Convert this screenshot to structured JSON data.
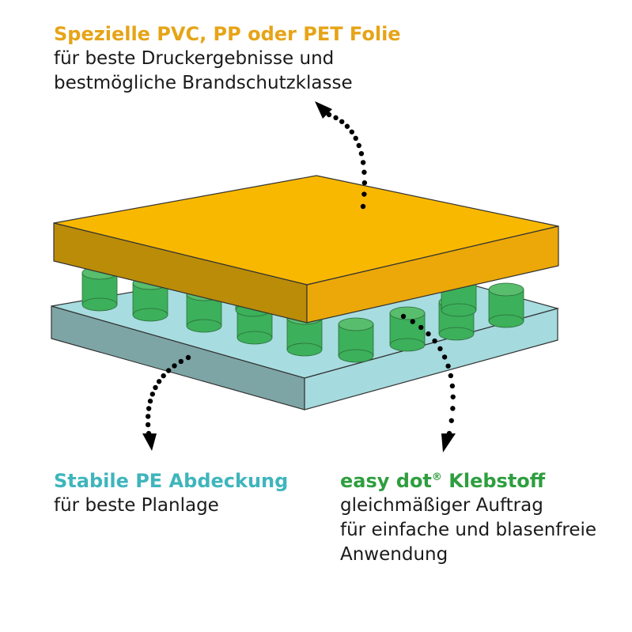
{
  "top_label": {
    "heading": "Spezielle PVC, PP oder PET Folie",
    "line1": "für beste Druckergebnisse und",
    "line2": "bestmögliche Brandschutzklasse"
  },
  "bottom_left_label": {
    "heading": "Stabile PE Abdeckung",
    "line1": "für beste Planlage"
  },
  "bottom_right_label": {
    "heading_pre": "easy dot",
    "heading_reg": "®",
    "heading_post": " Klebstoff",
    "line1": "gleichmäßiger Auftrag",
    "line2": "für einfache und blasenfreie",
    "line3": "Anwendung"
  },
  "colors": {
    "film_top": "#f9b800",
    "film_left": "#bb8c08",
    "film_right": "#eba808",
    "liner_top": "#a7dde0",
    "liner_left": "#7ea5a6",
    "liner_right": "#a5dade",
    "dot_fill": "#3cb05a",
    "dot_cap": "#58bd6c",
    "arrow": "#000000"
  }
}
